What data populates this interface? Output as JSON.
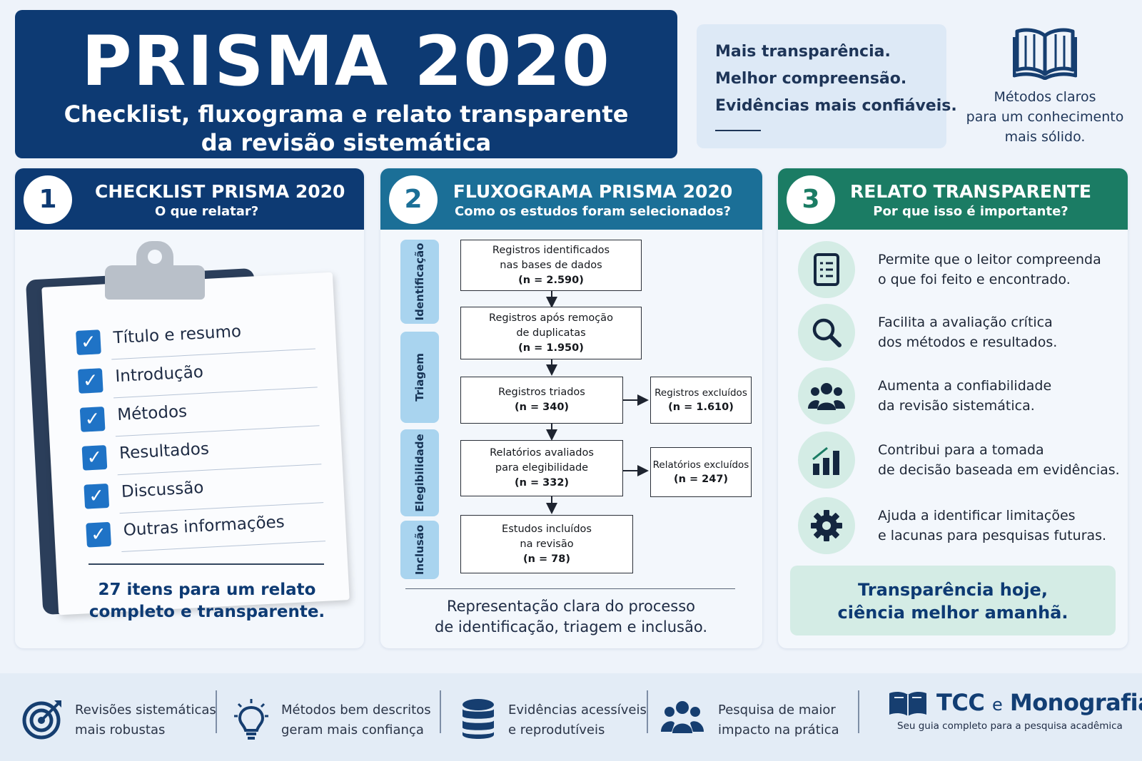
{
  "header": {
    "title": "PRISMA 2020",
    "subtitle_line1": "Checklist, fluxograma e relato transparente",
    "subtitle_line2": "da revisão sistemática"
  },
  "benefits": [
    "Mais transparência.",
    "Melhor compreensão.",
    "Evidências mais confiáveis."
  ],
  "book_caption": {
    "line1": "Métodos claros",
    "line2": "para um conhecimento",
    "line3": "mais sólido."
  },
  "panel1": {
    "number": "1",
    "title": "CHECKLIST PRISMA 2020",
    "subtitle": "O que relatar?",
    "items": [
      "Título e resumo",
      "Introdução",
      "Métodos",
      "Resultados",
      "Discussão",
      "Outras informações"
    ],
    "note_line1": "27 itens para um relato",
    "note_line2": "completo e transparente."
  },
  "panel2": {
    "number": "2",
    "title": "FLUXOGRAMA PRISMA 2020",
    "subtitle": "Como os estudos foram selecionados?",
    "stages": [
      "Identificação",
      "Triagem",
      "Elegibilidade",
      "Inclusão"
    ],
    "boxes": {
      "identified": {
        "line1": "Registros identificados",
        "line2": "nas bases de dados",
        "n": "(n = 2.590)"
      },
      "dedup": {
        "line1": "Registros após remoção",
        "line2": "de duplicatas",
        "n": "(n = 1.950)"
      },
      "screened": {
        "line1": "Registros triados",
        "n": "(n = 340)"
      },
      "excluded_records": {
        "line1": "Registros excluídos",
        "n": "(n = 1.610)"
      },
      "eligibility": {
        "line1": "Relatórios avaliados",
        "line2": "para elegibilidade",
        "n": "(n = 332)"
      },
      "excluded_reports": {
        "line1": "Relatórios excluídos",
        "n": "(n = 247)"
      },
      "included": {
        "line1": "Estudos incluídos",
        "line2": "na revisão",
        "n": "(n = 78)"
      }
    },
    "note_line1": "Representação clara do processo",
    "note_line2": "de identificação, triagem e inclusão."
  },
  "panel3": {
    "number": "3",
    "title": "RELATO TRANSPARENTE",
    "subtitle": "Por que isso é importante?",
    "reasons": [
      {
        "icon": "document-list-icon",
        "line1": "Permite que o leitor compreenda",
        "line2": "o que foi feito e encontrado."
      },
      {
        "icon": "magnifier-icon",
        "line1": "Facilita a avaliação crítica",
        "line2": "dos métodos e resultados."
      },
      {
        "icon": "people-group-icon",
        "line1": "Aumenta a confiabilidade",
        "line2": "da revisão sistemática."
      },
      {
        "icon": "bar-chart-icon",
        "line1": "Contribui para a tomada",
        "line2": "de decisão baseada em evidências."
      },
      {
        "icon": "gear-icon",
        "line1": "Ajuda a identificar limitações",
        "line2": "e lacunas para pesquisas futuras."
      }
    ],
    "motto_line1": "Transparência hoje,",
    "motto_line2": "ciência melhor amanhã."
  },
  "footer": {
    "items": [
      {
        "icon": "target-icon",
        "line1": "Revisões sistemáticas",
        "line2": "mais robustas"
      },
      {
        "icon": "lightbulb-icon",
        "line1": "Métodos bem descritos",
        "line2": "geram mais confiança"
      },
      {
        "icon": "database-icon",
        "line1": "Evidências acessíveis",
        "line2": "e reprodutíveis"
      },
      {
        "icon": "people-icon",
        "line1": "Pesquisa de maior",
        "line2": "impacto na prática"
      }
    ],
    "brand_part1": "TCC",
    "brand_connector": "e",
    "brand_part2": "Monografia",
    "brand_tagline": "Seu guia completo para a pesquisa acadêmica"
  },
  "colors": {
    "navy": "#0d3a73",
    "teal_blue": "#1b6f97",
    "green": "#1b7c64",
    "check_blue": "#1f73c6",
    "mint": "#d4ece5"
  }
}
